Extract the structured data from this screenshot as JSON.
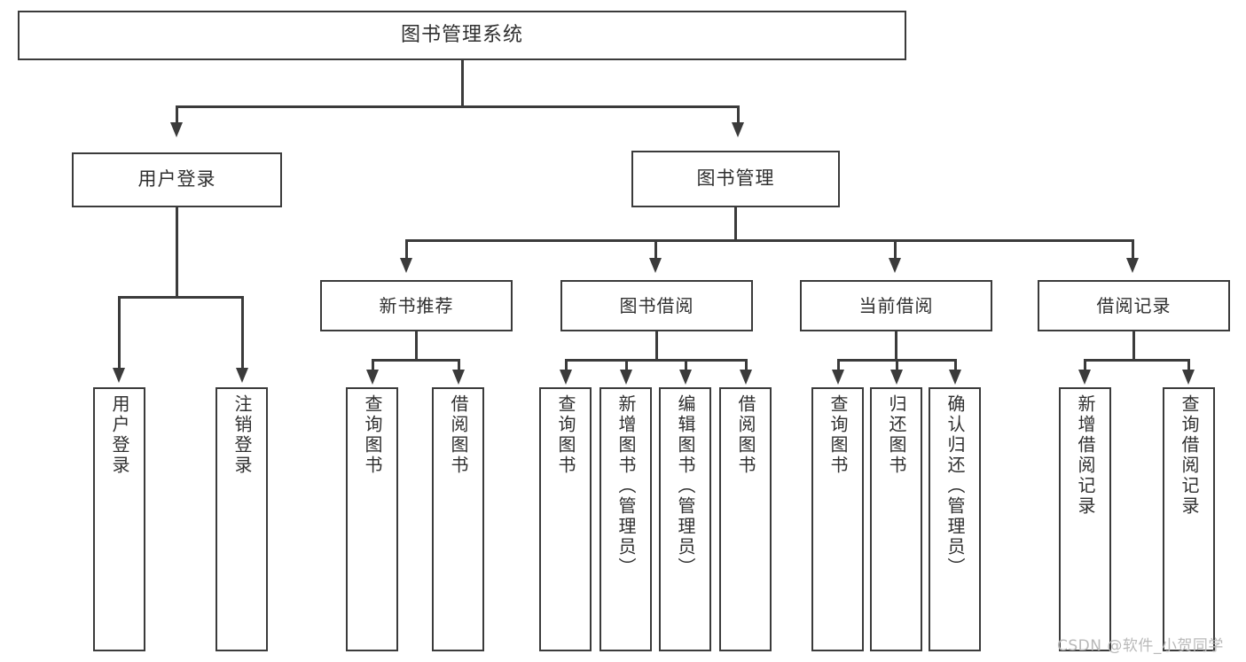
{
  "diagram": {
    "title": "图书管理系统",
    "type": "hierarchy-tree",
    "root": {
      "label": "图书管理系统"
    },
    "level1": [
      {
        "label": "用户登录"
      },
      {
        "label": "图书管理"
      }
    ],
    "level2": [
      {
        "label": "新书推荐"
      },
      {
        "label": "图书借阅"
      },
      {
        "label": "当前借阅"
      },
      {
        "label": "借阅记录"
      }
    ],
    "leaves": {
      "user_login": [
        {
          "label": "用户登录"
        },
        {
          "label": "注销登录"
        }
      ],
      "new_book_recommend": [
        {
          "label": "查询图书"
        },
        {
          "label": "借阅图书"
        }
      ],
      "book_borrow": [
        {
          "label": "查询图书"
        },
        {
          "label": "新增图书（管理员）"
        },
        {
          "label": "编辑图书（管理员）"
        },
        {
          "label": "借阅图书"
        }
      ],
      "current_borrow": [
        {
          "label": "查询图书"
        },
        {
          "label": "归还图书"
        },
        {
          "label": "确认归还（管理员）"
        }
      ],
      "borrow_record": [
        {
          "label": "新增借阅记录"
        },
        {
          "label": "查询借阅记录"
        }
      ]
    },
    "watermark": "CSDN @软件_小贺同学",
    "colors": {
      "stroke": "#3b3b3b",
      "fill": "#ffffff",
      "text": "#2f2f2f",
      "watermark": "#b9b9b9"
    }
  }
}
